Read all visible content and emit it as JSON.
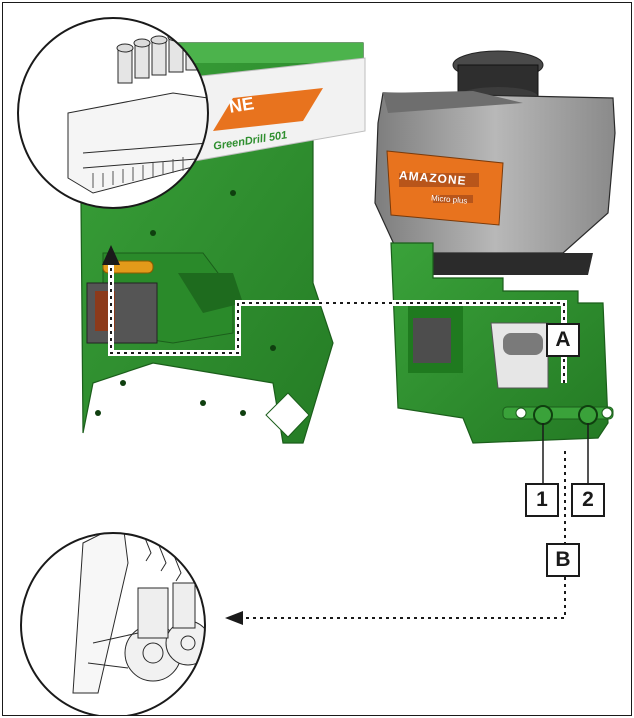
{
  "callouts": {
    "a": "A",
    "b": "B",
    "one": "1",
    "two": "2"
  },
  "brand_decal": {
    "machine_text": "GreenDrill 501",
    "brand_fragment": "NE",
    "hopper_logo": "AMAZONE",
    "hopper_sub": "Micro plus"
  },
  "colors": {
    "machine_green": "#2f8f2f",
    "machine_green_dark": "#1e6b1e",
    "brand_orange": "#e8731e",
    "hopper_grey": "#9a9a9a",
    "guide_line": "#1a1a1a"
  }
}
